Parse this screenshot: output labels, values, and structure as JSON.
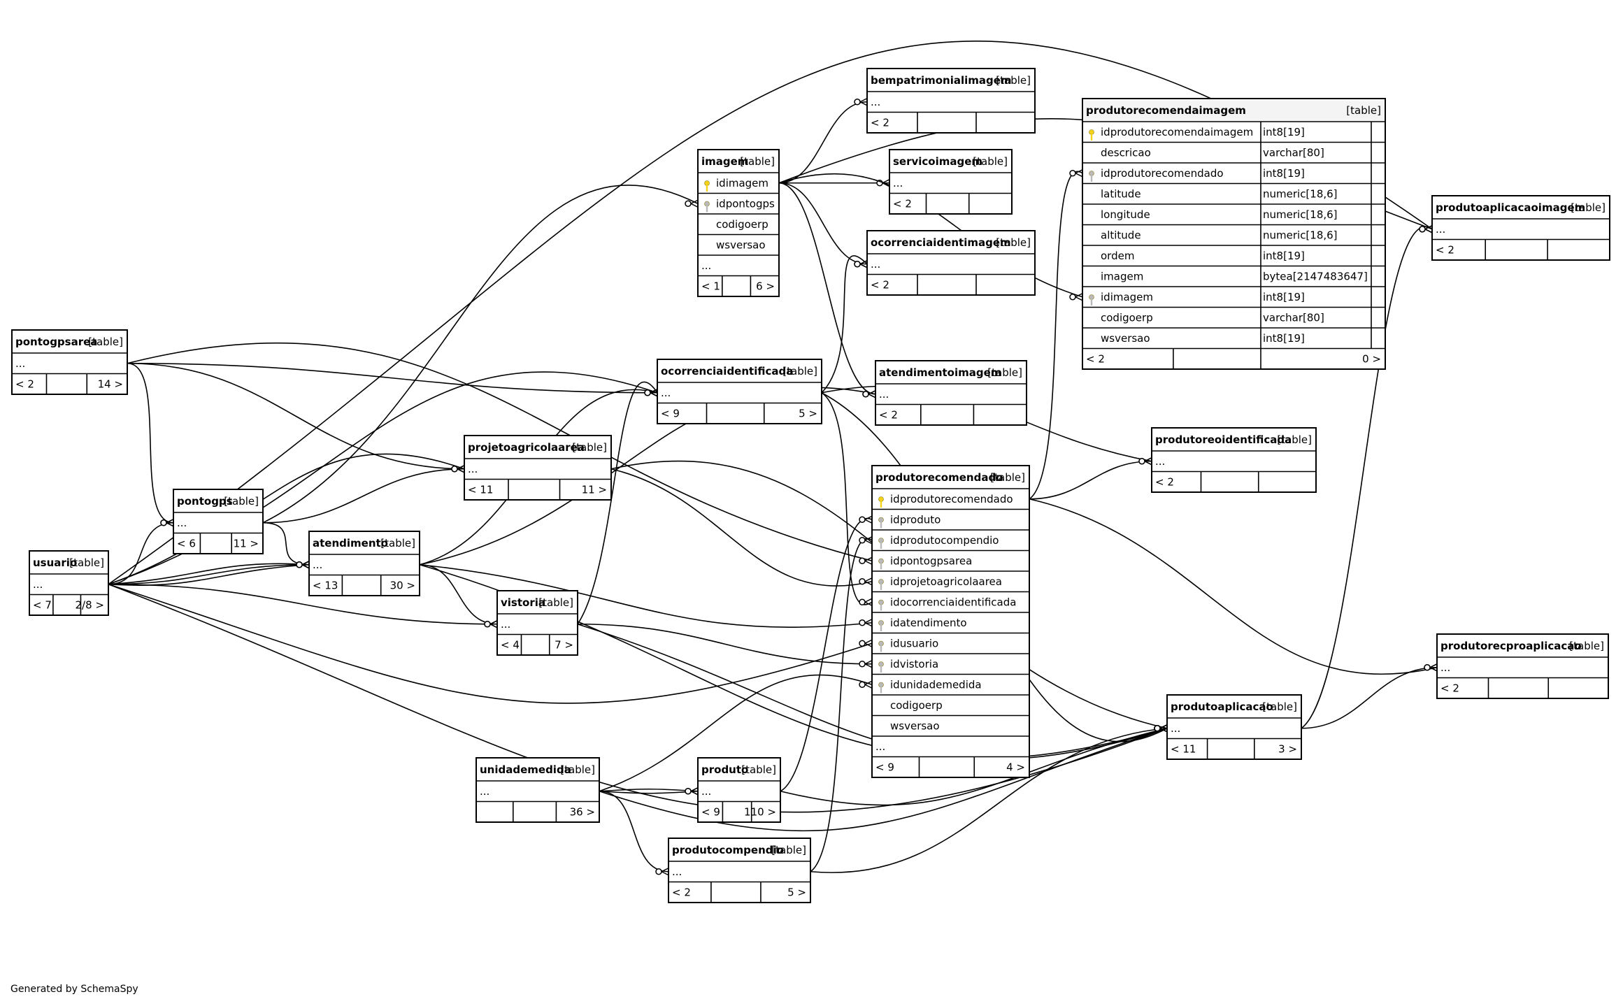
{
  "footer": "Generated by SchemaSpy",
  "tables": [
    {
      "id": "usuario",
      "name": "usuario",
      "tag": "[table]",
      "rows": [
        "..."
      ],
      "nav": [
        "< 7",
        "",
        "2/8 >"
      ]
    },
    {
      "id": "pontogpsarea",
      "name": "pontogpsarea",
      "tag": "[table]",
      "rows": [
        "..."
      ],
      "nav": [
        "< 2",
        "",
        "14 >"
      ]
    },
    {
      "id": "pontogps",
      "name": "pontogps",
      "tag": "[table]",
      "rows": [
        "..."
      ],
      "nav": [
        "< 6",
        "",
        "11 >"
      ]
    },
    {
      "id": "atendimento",
      "name": "atendimento",
      "tag": "[table]",
      "rows": [
        "..."
      ],
      "nav": [
        "< 13",
        "",
        "30 >"
      ]
    },
    {
      "id": "projetoagricolaarea",
      "name": "projetoagricolaarea",
      "tag": "[table]",
      "rows": [
        "..."
      ],
      "nav": [
        "< 11",
        "",
        "11 >"
      ]
    },
    {
      "id": "vistoria",
      "name": "vistoria",
      "tag": "[table]",
      "rows": [
        "..."
      ],
      "nav": [
        "< 4",
        "",
        "7 >"
      ]
    },
    {
      "id": "imagem",
      "name": "imagem",
      "tag": "[table]",
      "columns": [
        {
          "name": "idimagem",
          "key": "pk"
        },
        {
          "name": "idpontogps",
          "key": "fk"
        },
        {
          "name": "codigoerp",
          "key": ""
        },
        {
          "name": "wsversao",
          "key": ""
        }
      ],
      "rows": [
        "..."
      ],
      "nav": [
        "< 1",
        "",
        "6 >"
      ]
    },
    {
      "id": "ocorrenciaidentificada",
      "name": "ocorrenciaidentificada",
      "tag": "[table]",
      "rows": [
        "..."
      ],
      "nav": [
        "< 9",
        "",
        "5 >"
      ]
    },
    {
      "id": "bempatrimonialimagem",
      "name": "bempatrimonialimagem",
      "tag": "[table]",
      "rows": [
        "..."
      ],
      "nav": [
        "< 2",
        "",
        ""
      ]
    },
    {
      "id": "servicoimagem",
      "name": "servicoimagem",
      "tag": "[table]",
      "rows": [
        "..."
      ],
      "nav": [
        "< 2",
        "",
        ""
      ]
    },
    {
      "id": "ocorrenciaidentimagem",
      "name": "ocorrenciaidentimagem",
      "tag": "[table]",
      "rows": [
        "..."
      ],
      "nav": [
        "< 2",
        "",
        ""
      ]
    },
    {
      "id": "atendimentoimagem",
      "name": "atendimentoimagem",
      "tag": "[table]",
      "rows": [
        "..."
      ],
      "nav": [
        "< 2",
        "",
        ""
      ]
    },
    {
      "id": "produtorecomendado",
      "name": "produtorecomendado",
      "tag": "[table]",
      "columns": [
        {
          "name": "idprodutorecomendado",
          "key": "pk"
        },
        {
          "name": "idproduto",
          "key": "fk"
        },
        {
          "name": "idprodutocompendio",
          "key": "fk"
        },
        {
          "name": "idpontogpsarea",
          "key": "fk"
        },
        {
          "name": "idprojetoagricolaarea",
          "key": "fk"
        },
        {
          "name": "idocorrenciaidentificada",
          "key": "fk"
        },
        {
          "name": "idatendimento",
          "key": "fk"
        },
        {
          "name": "idusuario",
          "key": "fk"
        },
        {
          "name": "idvistoria",
          "key": "fk"
        },
        {
          "name": "idunidademedida",
          "key": "fk"
        },
        {
          "name": "codigoerp",
          "key": ""
        },
        {
          "name": "wsversao",
          "key": ""
        }
      ],
      "rows": [
        "..."
      ],
      "nav": [
        "< 9",
        "",
        "4 >"
      ]
    },
    {
      "id": "produtorecomendaimagem",
      "name": "produtorecomendaimagem",
      "tag": "[table]",
      "columns": [
        {
          "name": "idprodutorecomendaimagem",
          "type": "int8[19]",
          "key": "pk"
        },
        {
          "name": "descricao",
          "type": "varchar[80]",
          "key": ""
        },
        {
          "name": "idprodutorecomendado",
          "type": "int8[19]",
          "key": "fk"
        },
        {
          "name": "latitude",
          "type": "numeric[18,6]",
          "key": ""
        },
        {
          "name": "longitude",
          "type": "numeric[18,6]",
          "key": ""
        },
        {
          "name": "altitude",
          "type": "numeric[18,6]",
          "key": ""
        },
        {
          "name": "ordem",
          "type": "int8[19]",
          "key": ""
        },
        {
          "name": "imagem",
          "type": "bytea[2147483647]",
          "key": ""
        },
        {
          "name": "idimagem",
          "type": "int8[19]",
          "key": "fk"
        },
        {
          "name": "codigoerp",
          "type": "varchar[80]",
          "key": ""
        },
        {
          "name": "wsversao",
          "type": "int8[19]",
          "key": ""
        }
      ],
      "nav": [
        "< 2",
        "",
        "0 >"
      ]
    },
    {
      "id": "produtoreoidentificada",
      "name": "produtoreoidentificada",
      "tag": "[table]",
      "rows": [
        "..."
      ],
      "nav": [
        "< 2",
        "",
        ""
      ]
    },
    {
      "id": "produtoaplicacaoimagem",
      "name": "produtoaplicacaoimagem",
      "tag": "[table]",
      "rows": [
        "..."
      ],
      "nav": [
        "< 2",
        "",
        ""
      ]
    },
    {
      "id": "produtorecproaplicacao",
      "name": "produtorecproaplicacao",
      "tag": "[table]",
      "rows": [
        "..."
      ],
      "nav": [
        "< 2",
        "",
        ""
      ]
    },
    {
      "id": "produtoaplicacao",
      "name": "produtoaplicacao",
      "tag": "[table]",
      "rows": [
        "..."
      ],
      "nav": [
        "< 11",
        "",
        "3 >"
      ]
    },
    {
      "id": "unidademedida",
      "name": "unidademedida",
      "tag": "[table]",
      "rows": [
        "..."
      ],
      "nav": [
        "",
        "",
        "36 >"
      ]
    },
    {
      "id": "produto",
      "name": "produto",
      "tag": "[table]",
      "rows": [
        "..."
      ],
      "nav": [
        "< 9",
        "",
        "110 >"
      ]
    },
    {
      "id": "produtocompendio",
      "name": "produtocompendio",
      "tag": "[table]",
      "rows": [
        "..."
      ],
      "nav": [
        "< 2",
        "",
        "5 >"
      ]
    }
  ]
}
